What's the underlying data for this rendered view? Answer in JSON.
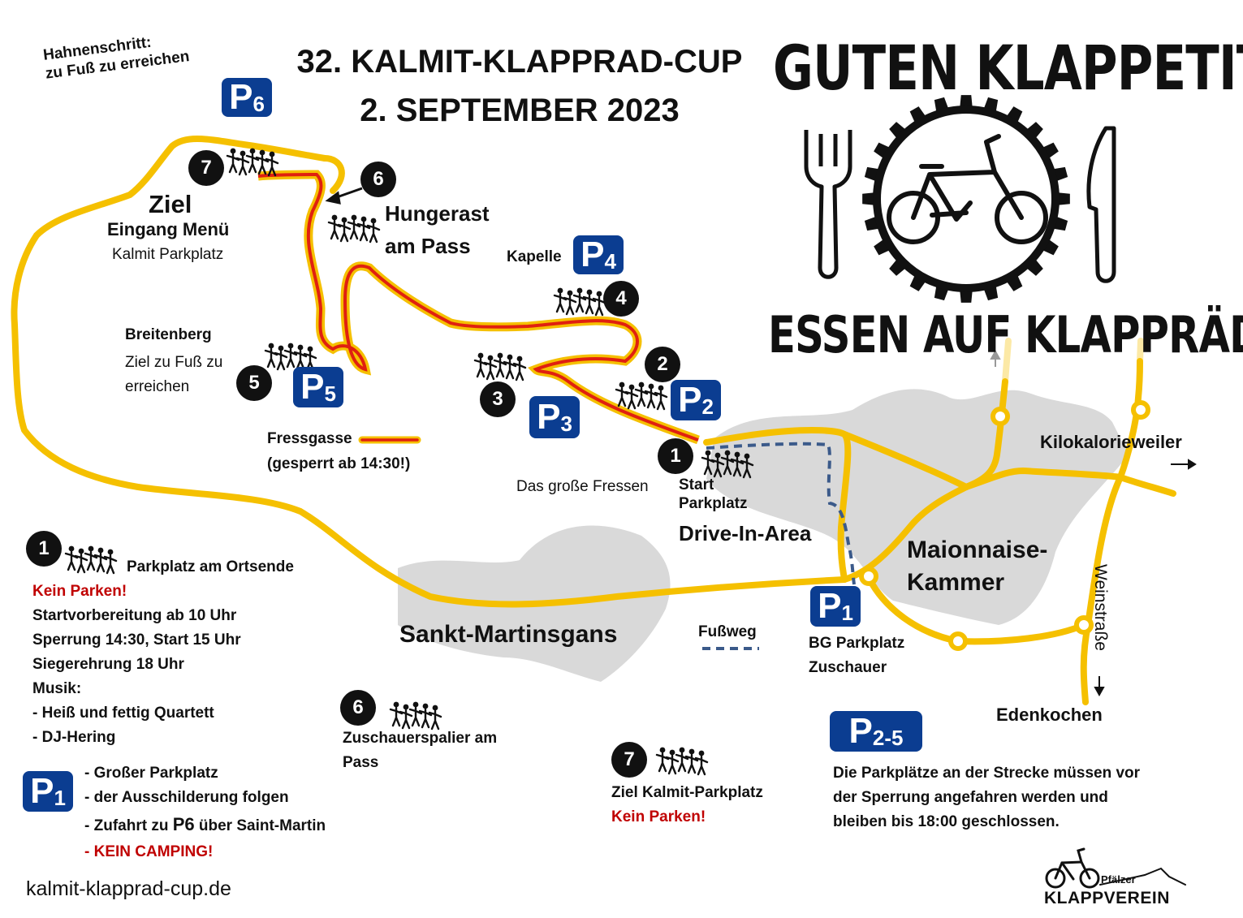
{
  "title": {
    "line1": "32. KALMIT-KLAPPRAD-CUP",
    "line2": "2. SEPTEMBER  2023"
  },
  "slogan": {
    "top": "GUTEN KLAPPETIT!",
    "bottom": "ESSEN AUF KLAPPRÄDERN"
  },
  "map_labels": {
    "hahnenschritt": [
      "Hahnenschritt:",
      "zu Fuß zu erreichen"
    ],
    "ziel": "Ziel",
    "eingang_menu": "Eingang Menü",
    "kalmit_parkplatz": "Kalmit Parkplatz",
    "hungerast": [
      "Hungerast",
      "am Pass"
    ],
    "kapelle": "Kapelle",
    "breitenberg": "Breitenberg",
    "ziel_fuss": [
      "Ziel zu Fuß zu",
      "erreichen"
    ],
    "fressgasse": "Fressgasse",
    "gesperrt": "(gesperrt ab 14:30!)",
    "das_grosse_fressen": "Das große Fressen",
    "start": "Start",
    "parkplatz": "Parkplatz",
    "drive_in": "Drive-In-Area",
    "kilokalorieweiler": "Kilokalorieweiler",
    "maionnaise": [
      "Maionnaise-",
      "Kammer"
    ],
    "weinstrasse": "Weinstraße",
    "sankt_martinsgans": "Sankt-Martinsgans",
    "fussweg": "Fußweg",
    "bg_parkplatz": [
      "BG Parkplatz",
      "Zuschauer"
    ],
    "edenkochen": "Edenkochen"
  },
  "markers": {
    "m1": "1",
    "m2": "2",
    "m3": "3",
    "m4": "4",
    "m5": "5",
    "m6": "6",
    "m7": "7"
  },
  "parking": {
    "p1": {
      "letter": "P",
      "sub": "1"
    },
    "p2": {
      "letter": "P",
      "sub": "2"
    },
    "p3": {
      "letter": "P",
      "sub": "3"
    },
    "p4": {
      "letter": "P",
      "sub": "4"
    },
    "p5": {
      "letter": "P",
      "sub": "5"
    },
    "p6": {
      "letter": "P",
      "sub": "6"
    },
    "p25": {
      "letter": "P",
      "sub": "2-5"
    }
  },
  "legend1": {
    "number": "1",
    "heading": "Parkplatz am Ortsende",
    "warning": "Kein Parken!",
    "lines": [
      "Startvorbereitung ab 10 Uhr",
      "Sperrung 14:30, Start 15 Uhr",
      "Siegerehrung 18 Uhr",
      "Musik:",
      "- Heiß und fettig Quartett",
      "- DJ-Hering"
    ]
  },
  "legend_p1": {
    "lines": [
      "- Großer Parkplatz",
      "- der  Ausschilderung  folgen"
    ],
    "access_prefix": "- Zufahrt zu ",
    "access_p": "P6",
    "access_suffix": " über Saint-Martin",
    "no_camping": "- KEIN CAMPING!"
  },
  "legend6": {
    "number": "6",
    "text": [
      "Zuschauerspalier am",
      "Pass"
    ]
  },
  "legend7": {
    "number": "7",
    "text": "Ziel Kalmit-Parkplatz",
    "warning": "Kein Parken!"
  },
  "legend_p25": {
    "lines": [
      "Die Parkplätze an der Strecke müssen vor",
      "der Sperrung angefahren werden und",
      "bleiben bis 18:00 geschlossen."
    ]
  },
  "website": "kalmit-klapprad-cup.de",
  "club_logo": {
    "small": "Pfälzer",
    "big": "KLAPPVEREIN"
  },
  "colors": {
    "route": "#f5c000",
    "fressgasse": "#e02010",
    "parking": "#0b3d91",
    "town": "#d9d9d9",
    "warning": "#c00000",
    "footpath": "#3b5a8a"
  },
  "icons": [
    "crowd-icon",
    "fork-icon",
    "knife-icon",
    "gear-icon",
    "folding-bike-icon",
    "arrow-icon"
  ]
}
